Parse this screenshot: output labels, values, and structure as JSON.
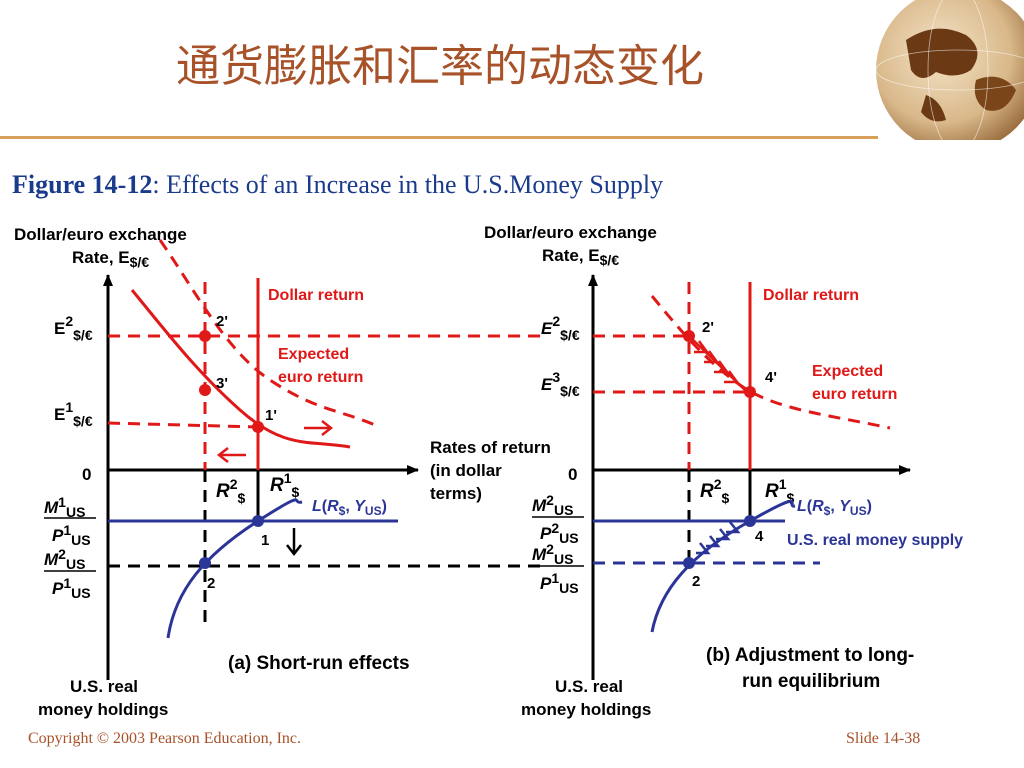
{
  "slide": {
    "title": "通货膨胀和汇率的动态变化",
    "figure_number": "Figure 14-12",
    "figure_caption": ": Effects of an Increase in the U.S.Money Supply",
    "copyright": "Copyright © 2003 Pearson Education, Inc.",
    "slide_number": "Slide 14-38"
  },
  "panel_a": {
    "y_axis_label_line1": "Dollar/euro exchange",
    "y_axis_label_line2": "Rate, E",
    "y_axis_label_sub": "$/€",
    "e2_main": "E",
    "e2_sup": "2",
    "e2_sub": "$/€",
    "e1_main": "E",
    "e1_sup": "1",
    "e1_sub": "$/€",
    "origin": "0",
    "dollar_return": "Dollar return",
    "expected_euro_return_line1": "Expected",
    "expected_euro_return_line2": "euro return",
    "point_2p": "2'",
    "point_3p": "3'",
    "point_1p": "1'",
    "point_1": "1",
    "point_2": "2",
    "r2_main": "R",
    "r2_sup": "2",
    "r2_sub": "$",
    "r1_main": "R",
    "r1_sup": "1",
    "r1_sub": "$",
    "x_axis_label_line1": "Rates of return",
    "x_axis_label_line2": "(in dollar",
    "x_axis_label_line3": "terms)",
    "l_curve_label": "L(R$, YUS)",
    "m1_num": "M",
    "m1_num_sup": "1",
    "m1_num_sub": "US",
    "p1_den": "P",
    "p1_den_sup": "1",
    "p1_den_sub": "US",
    "m2_num": "M",
    "m2_num_sup": "2",
    "m2_num_sub": "US",
    "p1b_den": "P",
    "p1b_den_sup": "1",
    "p1b_den_sub": "US",
    "bottom_label_line1": "U.S. real",
    "bottom_label_line2": "money holdings",
    "caption": "(a) Short-run effects"
  },
  "panel_b": {
    "y_axis_label_line1": "Dollar/euro exchange",
    "y_axis_label_line2": "Rate, E",
    "y_axis_label_sub": "$/€",
    "e2_main": "E",
    "e2_sup": "2",
    "e2_sub": "$/€",
    "e3_main": "E",
    "e3_sup": "3",
    "e3_sub": "$/€",
    "origin": "0",
    "dollar_return": "Dollar return",
    "expected_euro_return_line1": "Expected",
    "expected_euro_return_line2": "euro return",
    "point_2p": "2'",
    "point_4p": "4'",
    "point_4": "4",
    "point_2": "2",
    "r2_main": "R",
    "r2_sup": "2",
    "r2_sub": "$",
    "r1_main": "R",
    "r1_sup": "1",
    "r1_sub": "$",
    "l_curve_label": "L(R$, YUS)",
    "real_money_supply": "U.S. real money supply",
    "m2_num": "M",
    "m2_num_sup": "2",
    "m2_num_sub": "US",
    "p2_den": "P",
    "p2_den_sup": "2",
    "p2_den_sub": "US",
    "m2b_num": "M",
    "m2b_num_sup": "2",
    "m2b_num_sub": "US",
    "p1_den": "P",
    "p1_den_sup": "1",
    "p1_den_sub": "US",
    "bottom_label_line1": "U.S. real",
    "bottom_label_line2": "money holdings",
    "caption_line1": "(b) Adjustment to long-",
    "caption_line2": "run equilibrium"
  },
  "colors": {
    "red": "#e01818",
    "blue": "#2b3597",
    "title": "#a8522a",
    "figure_title": "#1a3a8c"
  }
}
